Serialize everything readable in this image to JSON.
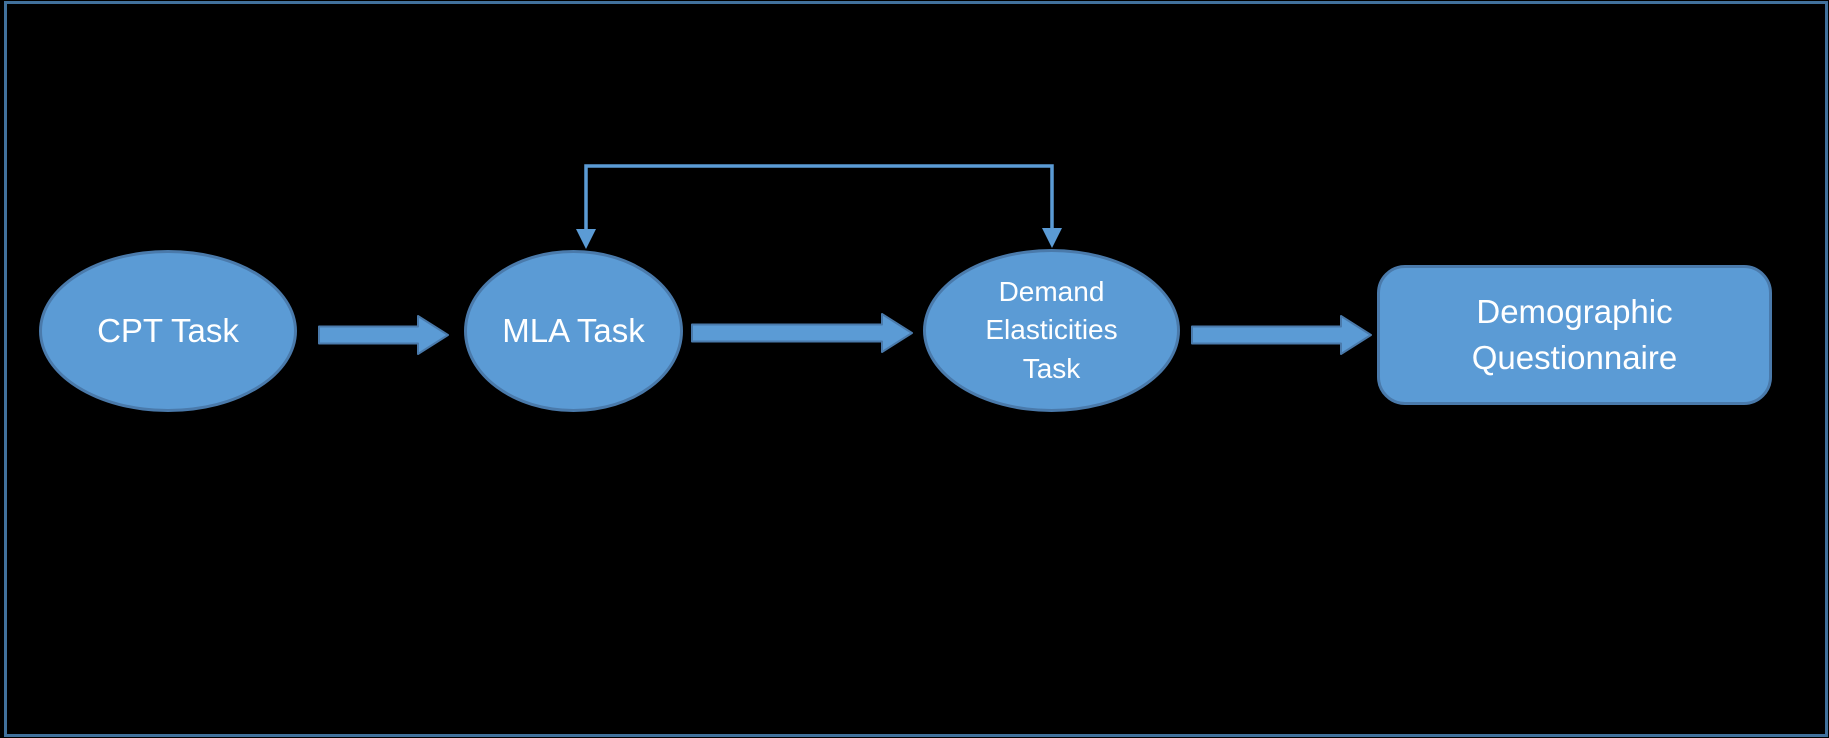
{
  "colors": {
    "background": "#000000",
    "frame": "#41719c",
    "node_fill": "#5b9bd5",
    "node_stroke": "#4a7aab",
    "arrow_fill": "#5b9bd5",
    "arrow_stroke": "#4a7aab",
    "connector": "#5b9bd5",
    "text": "#ffffff"
  },
  "nodes": {
    "cpt": {
      "label": "CPT Task",
      "shape": "ellipse"
    },
    "mla": {
      "label": "MLA Task",
      "shape": "ellipse"
    },
    "demand": {
      "label": "Demand\nElasticities\nTask",
      "shape": "ellipse"
    },
    "demographic": {
      "label": "Demographic\nQuestionnaire",
      "shape": "rounded-rectangle"
    }
  },
  "edges": [
    {
      "from": "cpt",
      "to": "mla",
      "type": "block-arrow"
    },
    {
      "from": "mla",
      "to": "demand",
      "type": "block-arrow"
    },
    {
      "from": "demand",
      "to": "demographic",
      "type": "block-arrow"
    },
    {
      "from": "mla",
      "to": "demand",
      "type": "elbow-connector",
      "heads": "both-down"
    }
  ]
}
